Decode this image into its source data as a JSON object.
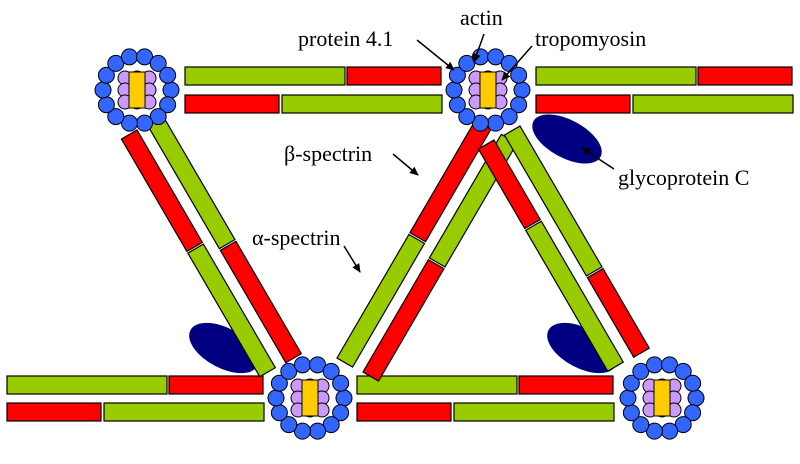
{
  "labels": {
    "protein41": "protein 4.1",
    "actin": "actin",
    "tropomyosin": "tropomyosin",
    "beta_spectrin": "β-spectrin",
    "alpha_spectrin": "α-spectrin",
    "glycoprotein_c": "glycoprotein C"
  },
  "colors": {
    "alpha_spectrin": "#99cc00",
    "beta_spectrin": "#ff0000",
    "protein41": "#3366ff",
    "actin": "#cc99ff",
    "tropomyosin": "#ffcc00",
    "glycoprotein_c": "#000080",
    "outline": "#000000"
  }
}
